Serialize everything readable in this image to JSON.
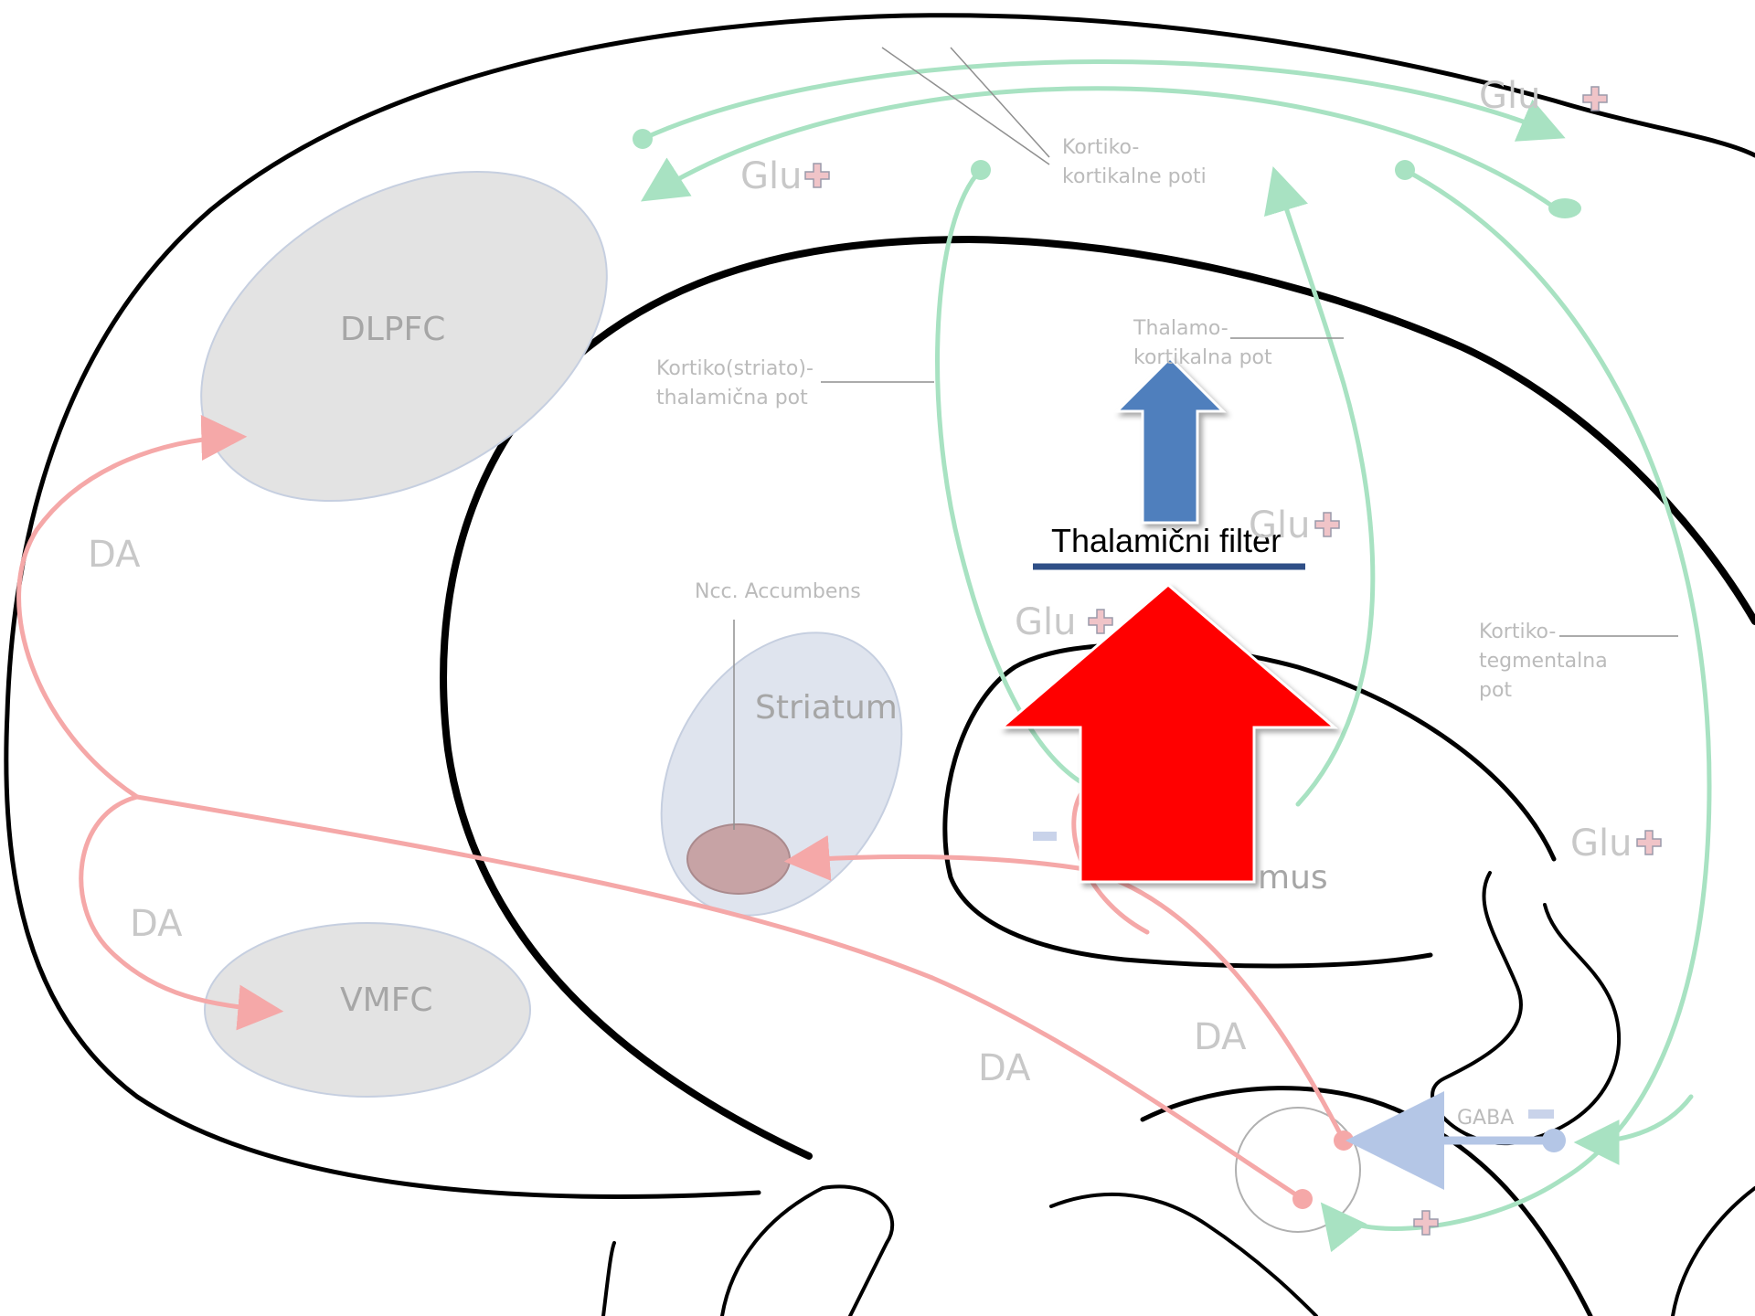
{
  "regions": {
    "dlpfc": "DLPFC",
    "vmfc": "VMFC",
    "striatum": "Striatum",
    "accumbens": "Ncc. Accumbens",
    "thalamus_fragment": "mus"
  },
  "pathways": {
    "cortico_cortical": [
      "Kortiko-",
      "kortikalne poti"
    ],
    "thalamo_cortical": [
      "Thalamo-",
      "kortikalna pot"
    ],
    "cortico_striato_thalamic": [
      "Kortiko(striato)-",
      "thalamična pot"
    ],
    "cortico_tegmental": [
      "Kortiko-",
      "tegmentalna",
      "pot"
    ]
  },
  "neurotransmitters": {
    "glu": "Glu",
    "da": "DA",
    "gaba": "GABA"
  },
  "filter_label": "Thalamični filter",
  "colors": {
    "glu_path": "#a8e2c2",
    "da_path": "#f5a8a8",
    "gaba_path": "#b4c6e6",
    "filter_arrow": "#ff0000",
    "output_arrow": "#4f7fbd",
    "filter_line": "#2f4f87",
    "region_fill": "#e3e3e3",
    "striatum_fill": "#dfe4ee",
    "accumbens_fill": "#c7a3a5"
  },
  "icons": {
    "plus": "plus-icon",
    "minus": "minus-icon"
  }
}
